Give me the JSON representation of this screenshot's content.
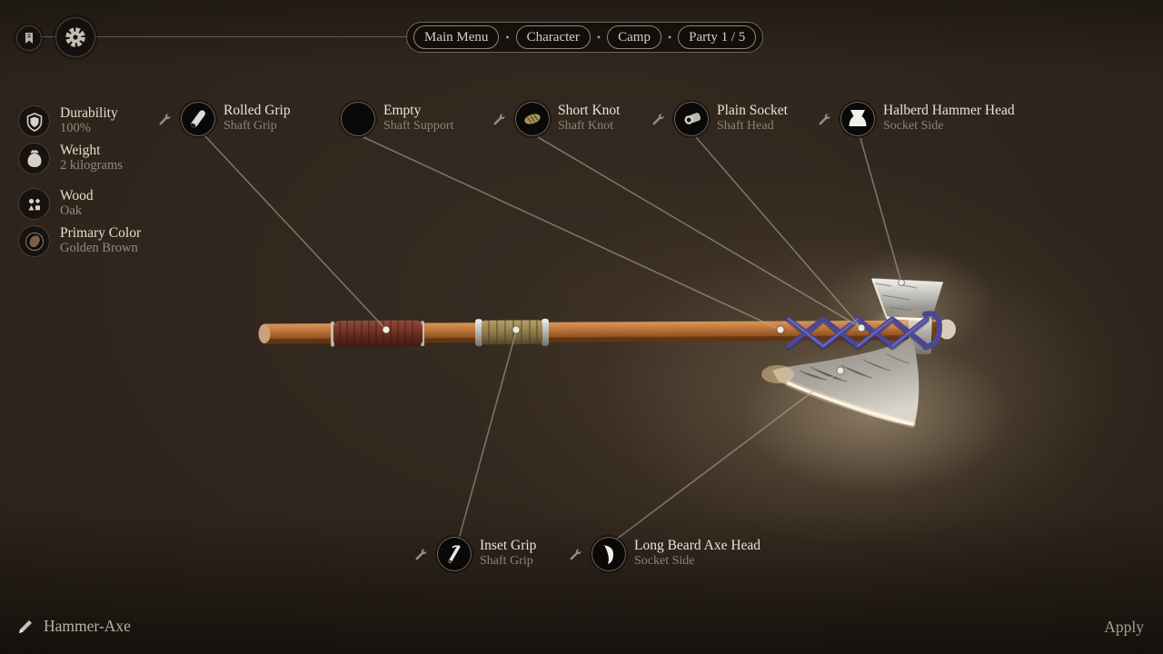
{
  "topbar": {
    "small_icon": "banner-icon",
    "gear_icon": "gear-icon",
    "separator": "•",
    "menu_items": [
      "Main Menu",
      "Character",
      "Camp",
      "Party 1 / 5"
    ]
  },
  "stats": [
    {
      "icon": "shield-icon",
      "label": "Durability",
      "value": "100%"
    },
    {
      "icon": "weight-icon",
      "label": "Weight",
      "value": "2 kilograms"
    },
    {
      "icon": "wood-icon",
      "label": "Wood",
      "value": "Oak"
    },
    {
      "icon": "color-icon",
      "label": "Primary Color",
      "value": "Golden Brown"
    }
  ],
  "callouts": [
    {
      "title": "Rolled Grip",
      "subtitle": "Shaft Grip",
      "wrench": true
    },
    {
      "title": "Empty",
      "subtitle": "Shaft Support",
      "wrench": false
    },
    {
      "title": "Short Knot",
      "subtitle": "Shaft Knot",
      "wrench": true
    },
    {
      "title": "Plain Socket",
      "subtitle": "Shaft Head",
      "wrench": true
    },
    {
      "title": "Halberd Hammer Head",
      "subtitle": "Socket Side",
      "wrench": true
    },
    {
      "title": "Inset Grip",
      "subtitle": "Shaft Grip",
      "wrench": true
    },
    {
      "title": "Long Beard Axe Head",
      "subtitle": "Socket Side",
      "wrench": true
    }
  ],
  "footer": {
    "weapon_name": "Hammer-Axe",
    "apply_label": "Apply"
  },
  "colors": {
    "text_light": "#ece4d5",
    "text_muted": "#8d8477",
    "wood": "#b97239",
    "grip_red": "#6b2e22",
    "wrap_gold": "#8a764a",
    "lacing_blue": "#4b4798",
    "metal": "#c9c7c1",
    "background": "#2b221a"
  }
}
